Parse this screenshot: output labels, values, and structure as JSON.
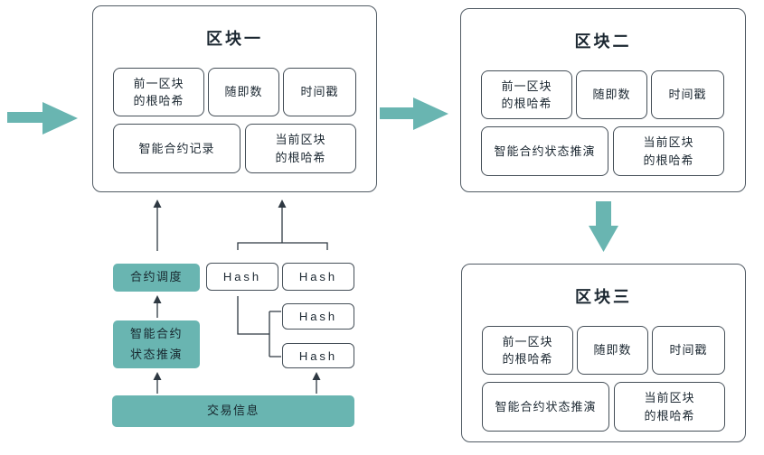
{
  "colors": {
    "teal": "#69b5b1",
    "line": "#2e3842",
    "outer-border": "#515b64",
    "box-border": "#454f58",
    "text": "#1b2731",
    "bg": "#ffffff"
  },
  "blocks": [
    {
      "title": "区块一",
      "cells": [
        "前一区块\n的根哈希",
        "随即数",
        "时间戳",
        "智能合约记录",
        "当前区块\n的根哈希"
      ]
    },
    {
      "title": "区块二",
      "cells": [
        "前一区块\n的根哈希",
        "随即数",
        "时间戳",
        "智能合约状态推演",
        "当前区块\n的根哈希"
      ]
    },
    {
      "title": "区块三",
      "cells": [
        "前一区块\n的根哈希",
        "随即数",
        "时间戳",
        "智能合约状态推演",
        "当前区块\n的根哈希"
      ]
    }
  ],
  "process": {
    "contract_dispatch": "合约调度",
    "smart_contract_state": "智能合约\n状态推演",
    "transaction_info": "交易信息",
    "hash_label": "Hash"
  }
}
